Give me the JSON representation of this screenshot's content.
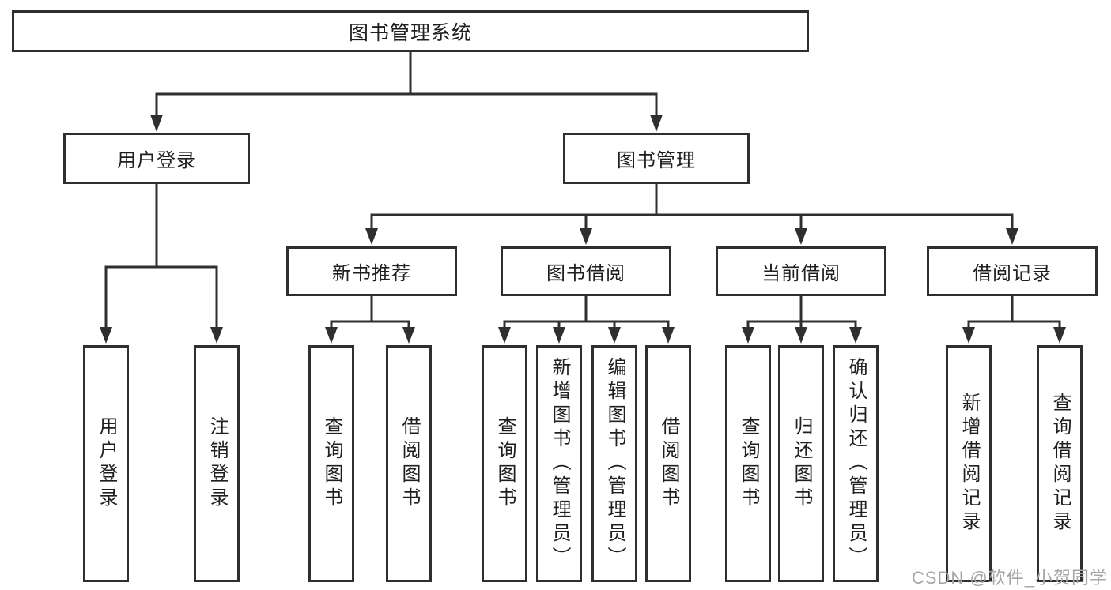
{
  "diagram": {
    "root": {
      "label": "图书管理系统"
    },
    "level2": [
      {
        "label": "用户登录"
      },
      {
        "label": "图书管理"
      }
    ],
    "level3": [
      {
        "label": "新书推荐"
      },
      {
        "label": "图书借阅"
      },
      {
        "label": "当前借阅"
      },
      {
        "label": "借阅记录"
      }
    ],
    "groups": [
      {
        "items": [
          "用户登录",
          "注销登录"
        ]
      },
      {
        "items": [
          "查询图书",
          "借阅图书"
        ]
      },
      {
        "items": [
          "查询图书",
          "新增图书（管理员）",
          "编辑图书（管理员）",
          "借阅图书"
        ]
      },
      {
        "items": [
          "查询图书",
          "归还图书",
          "确认归还（管理员）"
        ]
      },
      {
        "items": [
          "新增借阅记录",
          "查询借阅记录"
        ]
      }
    ],
    "colors": {
      "line": "#2f2f2f",
      "text": "#1f1f1f",
      "watermark": "#a6a6a6",
      "background": "#ffffff"
    },
    "watermark": "CSDN @软件_小贺同学"
  }
}
